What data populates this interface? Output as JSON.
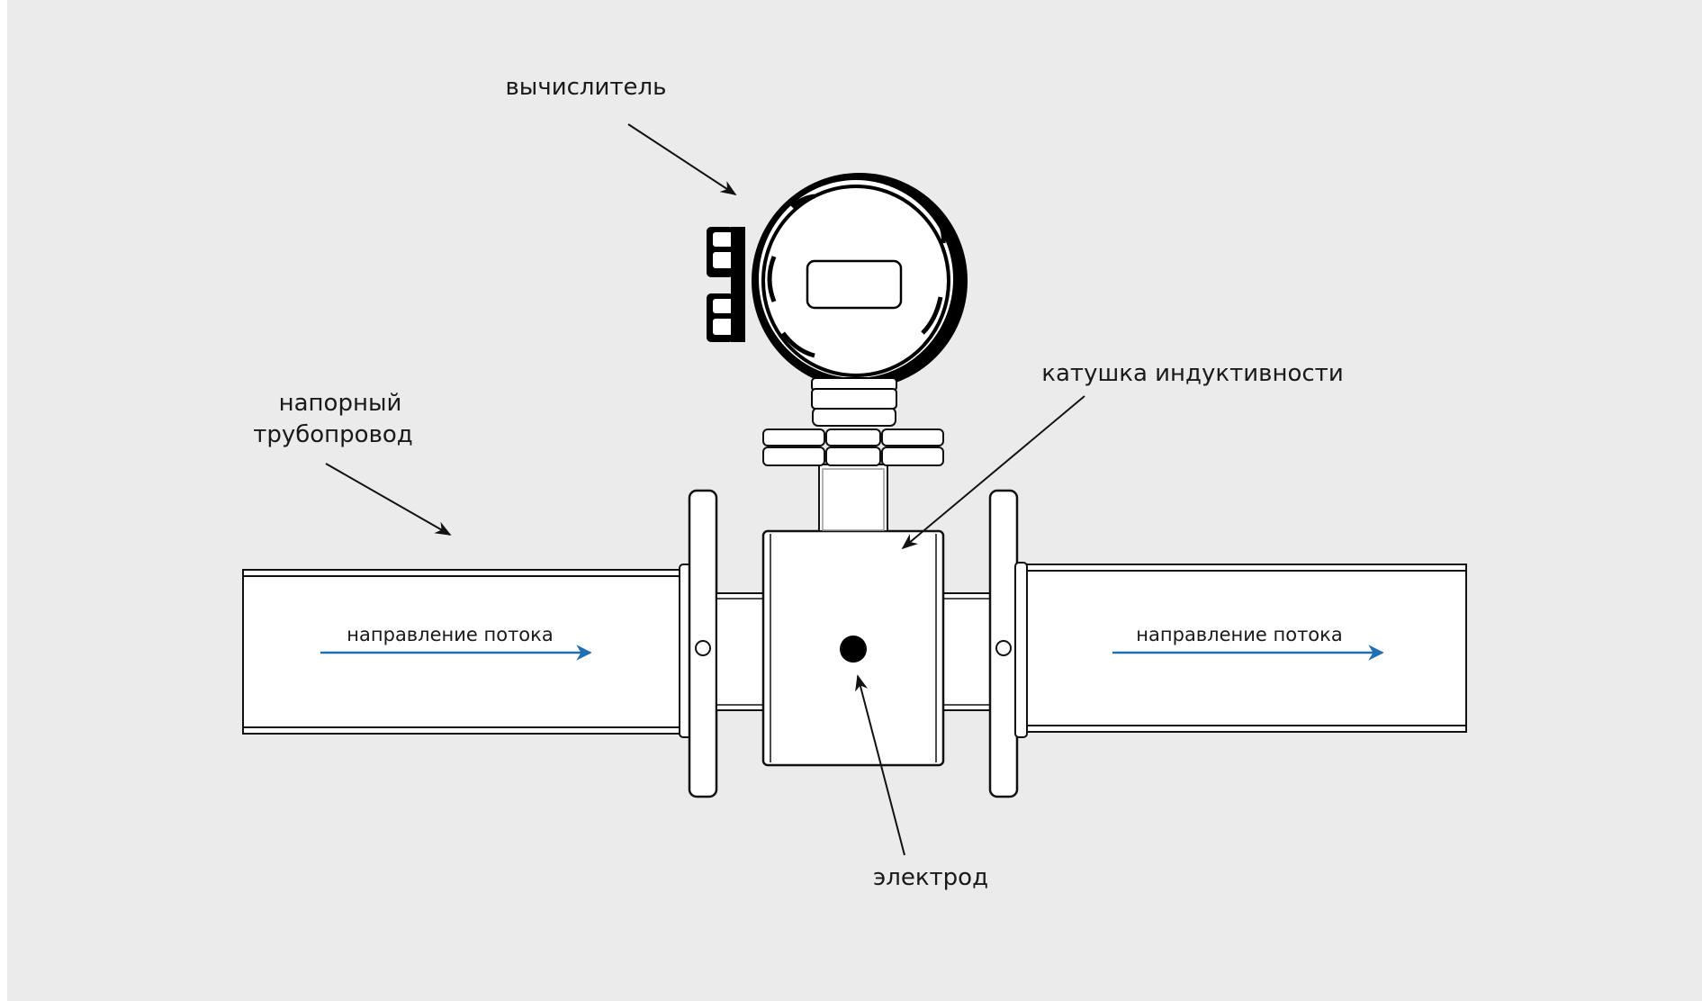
{
  "labels": {
    "computer": "вычислитель",
    "pipe_line1": "напорный",
    "pipe_line2": "трубопровод",
    "coil": "катушка индуктивности",
    "electrode": "электрод",
    "flow_left": "направление потока",
    "flow_right": "направление потока"
  },
  "colors": {
    "background": "#ebebeb",
    "flow_arrow": "#1f6fb2",
    "line": "#111111"
  }
}
